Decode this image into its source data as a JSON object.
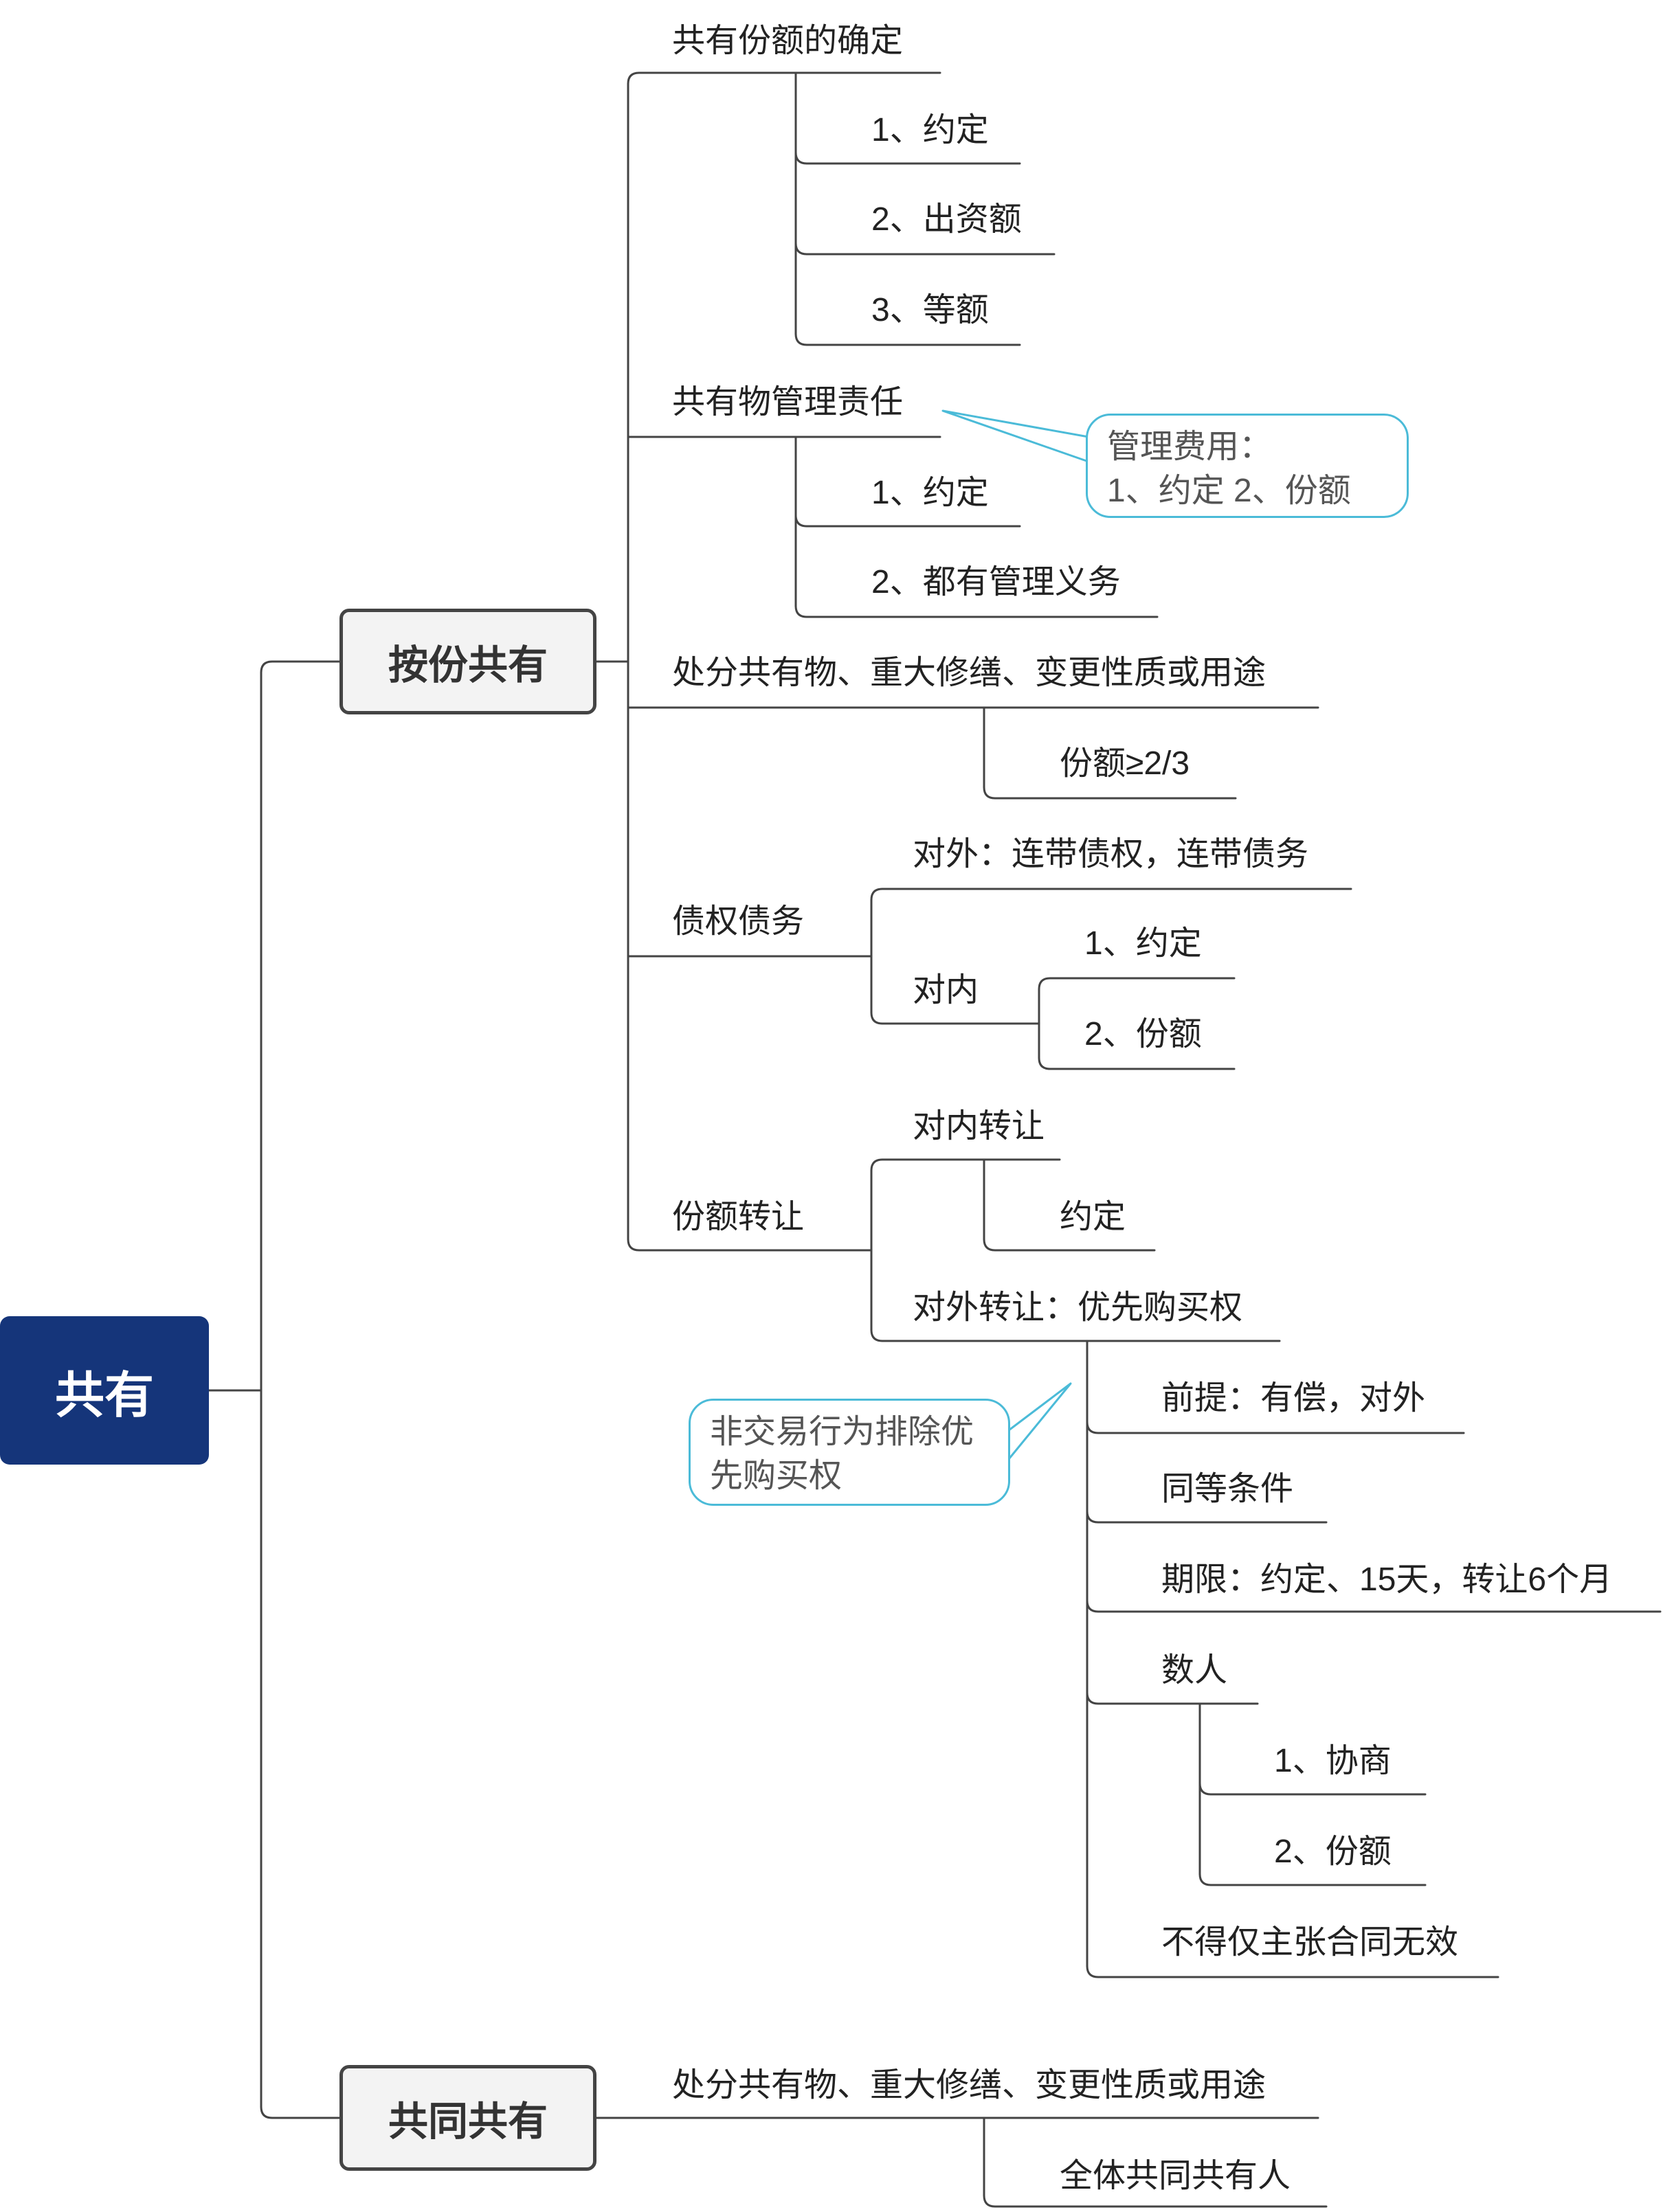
{
  "root": {
    "label": "共有"
  },
  "branches": [
    {
      "label": "按份共有",
      "children": [
        {
          "label": "共有份额的确定",
          "children": [
            "1、约定",
            "2、出资额",
            "3、等额"
          ]
        },
        {
          "label": "共有物管理责任",
          "children": [
            "1、约定",
            "2、都有管理义务"
          ]
        },
        {
          "label": "处分共有物、重大修缮、变更性质或用途",
          "children": [
            "份额≥2/3"
          ]
        },
        {
          "label": "债权债务",
          "children": [
            {
              "label": "对外：连带债权，连带债务"
            },
            {
              "label": "对内",
              "children": [
                "1、约定",
                "2、份额"
              ]
            }
          ]
        },
        {
          "label": "份额转让",
          "children": [
            {
              "label": "对内转让",
              "children": [
                "约定"
              ]
            },
            {
              "label": "对外转让：优先购买权",
              "children": [
                {
                  "label": "前提：有偿，对外"
                },
                {
                  "label": "同等条件"
                },
                {
                  "label": "期限：约定、15天，转让6个月"
                },
                {
                  "label": "数人",
                  "children": [
                    "1、协商",
                    "2、份额"
                  ]
                },
                {
                  "label": "不得仅主张合同无效"
                }
              ]
            }
          ]
        }
      ]
    },
    {
      "label": "共同共有",
      "children": [
        {
          "label": "处分共有物、重大修缮、变更性质或用途",
          "children": [
            "全体共同共有人"
          ]
        }
      ]
    }
  ],
  "callouts": [
    {
      "lines": [
        "管理费用：",
        "1、约定  2、份额"
      ]
    },
    {
      "lines": [
        "非交易行为排除优",
        "先购买权"
      ]
    }
  ],
  "colors": {
    "root_fill": "#15357a",
    "line": "#444444",
    "callout_border": "#4bbbd8"
  }
}
